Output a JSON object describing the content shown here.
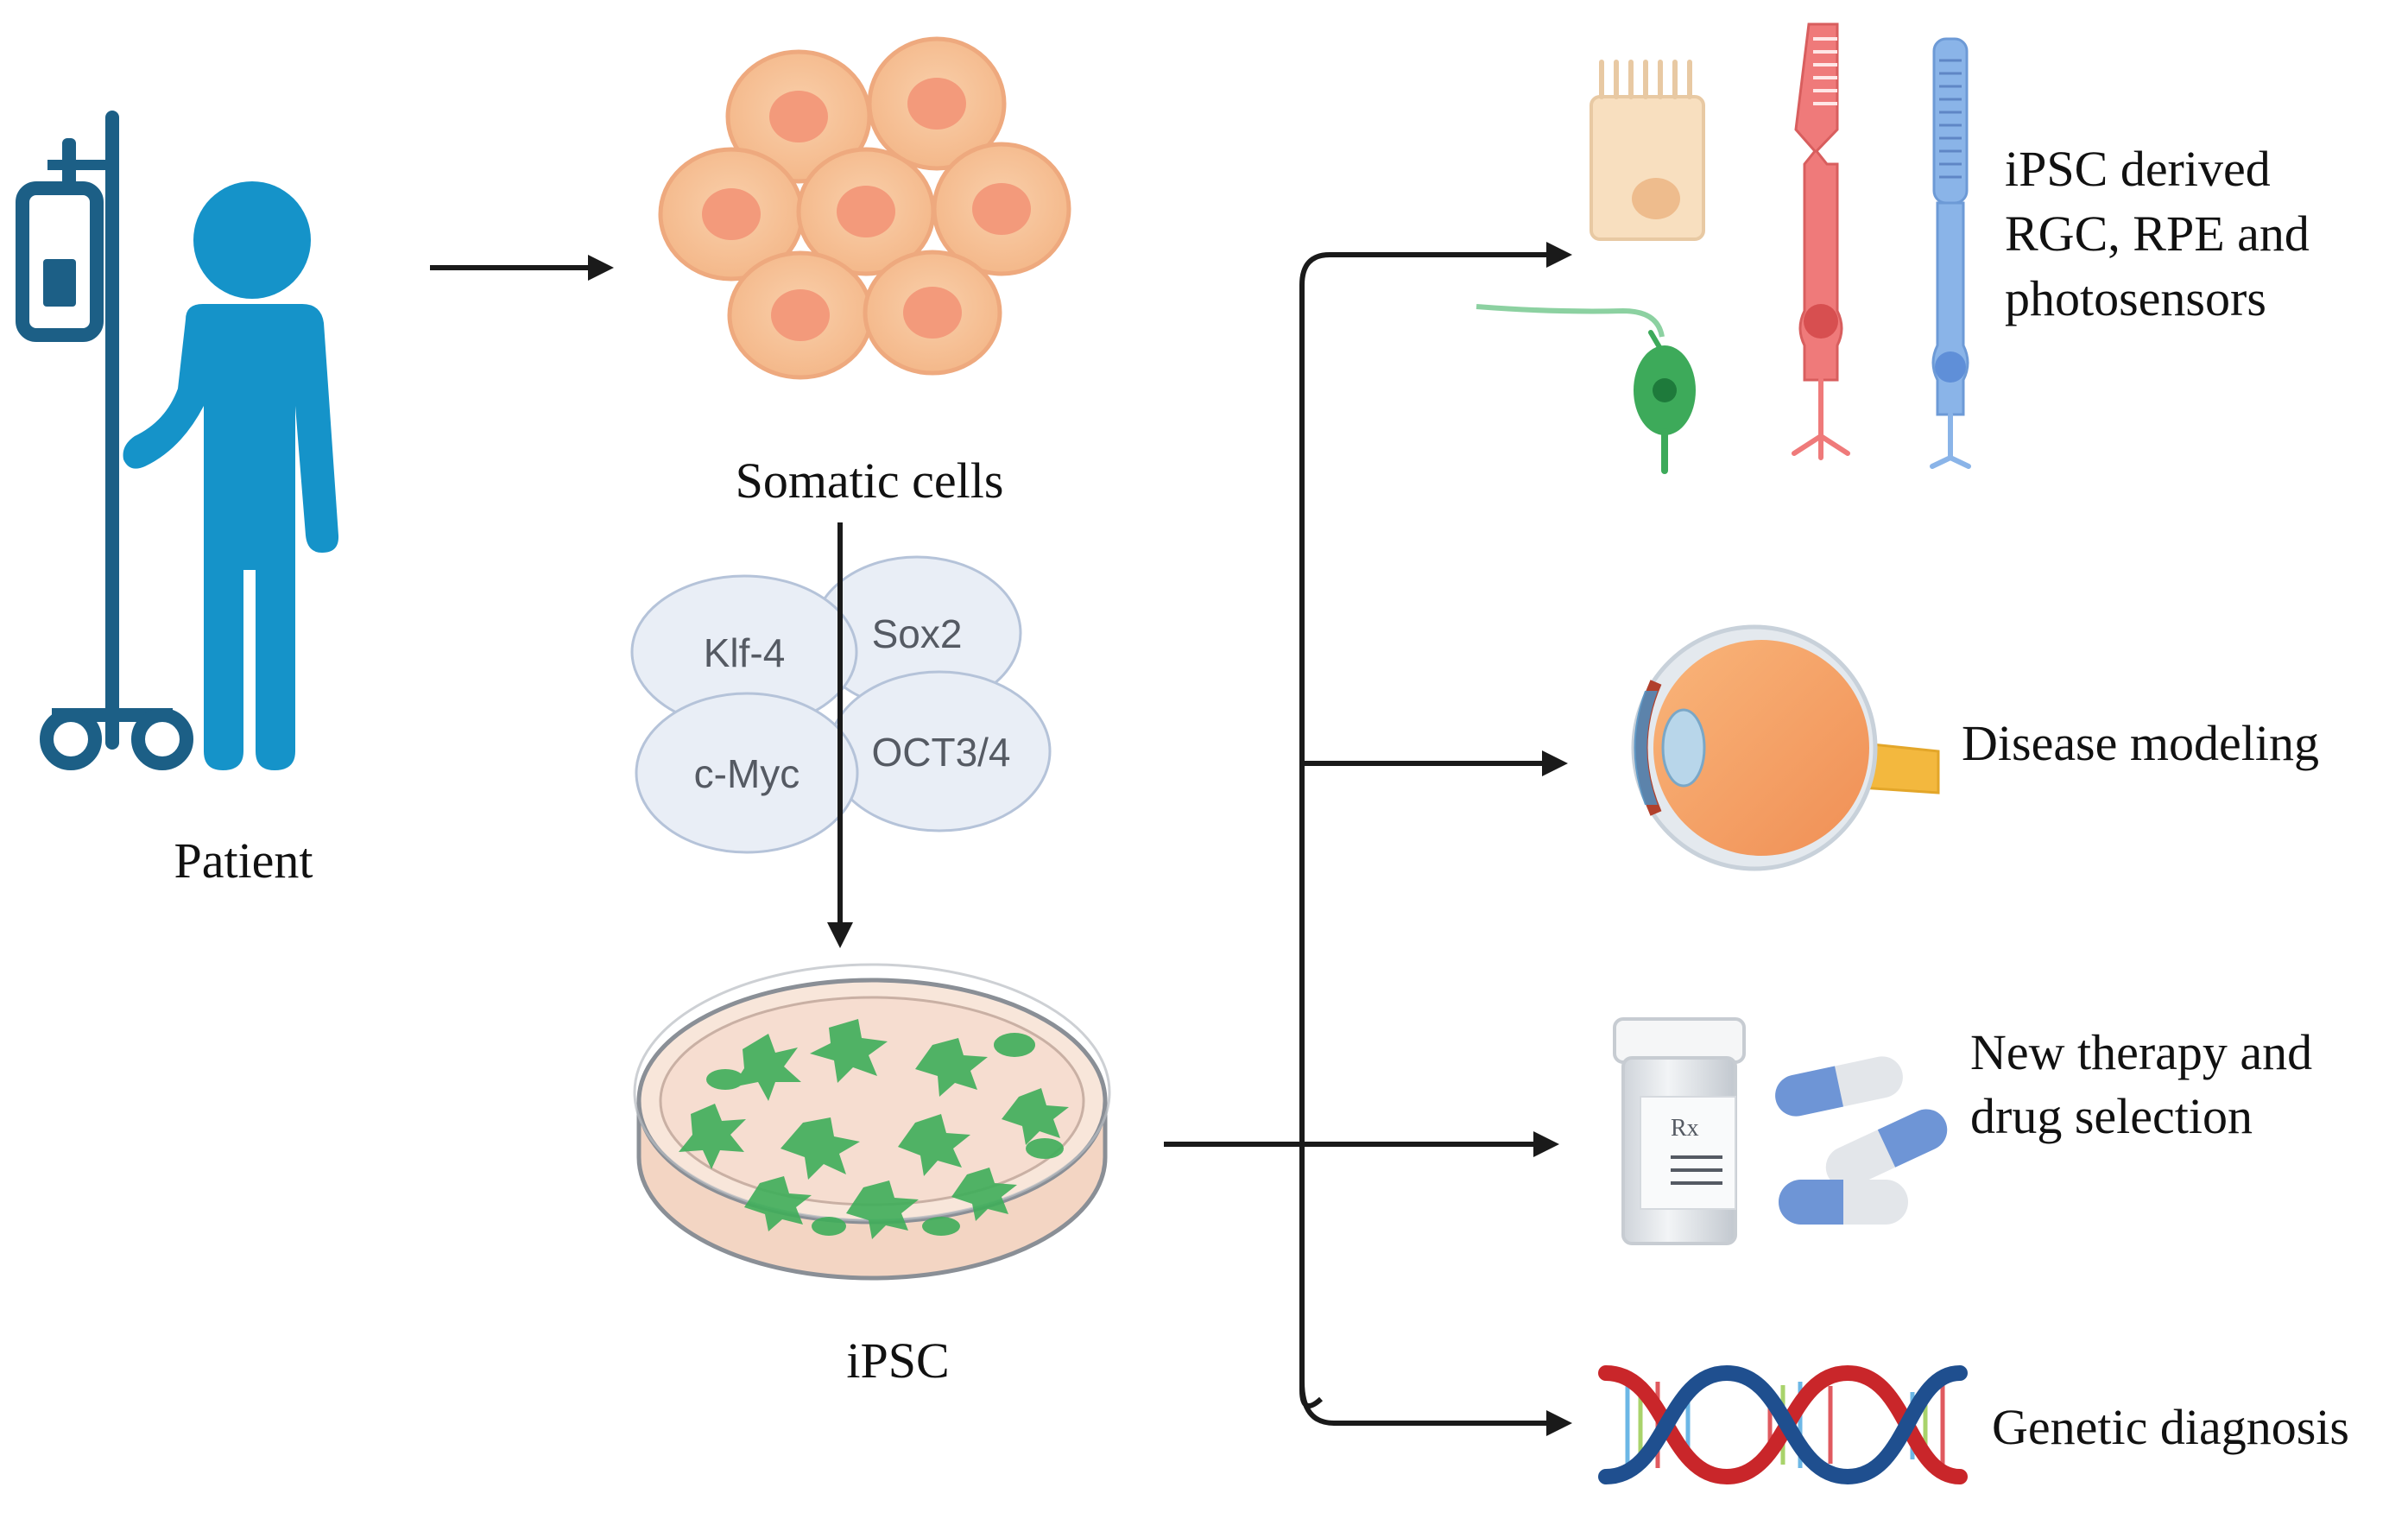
{
  "labels": {
    "patient": "Patient",
    "somatic_cells": "Somatic cells",
    "ipsc": "iPSC",
    "derived_cells_line1": "iPSC derived",
    "derived_cells_line2": "RGC, RPE and",
    "derived_cells_line3": "photosensors",
    "disease_modeling": "Disease modeling",
    "therapy_line1": "New therapy and",
    "therapy_line2": "drug selection",
    "genetic_diagnosis": "Genetic diagnosis"
  },
  "factors": {
    "klf4": "Klf-4",
    "sox2": "Sox2",
    "cmyc": "c-Myc",
    "oct": "OCT3/4"
  },
  "prescription_mark": "Rx",
  "colors": {
    "patient_blue": "#1593c9",
    "iv_pole": "#1c5f86",
    "somatic_cell_fill": "#f6c29a",
    "somatic_nucleus": "#f39a7b",
    "factor_fill": "#e9eef6",
    "ipsc_green": "#3fae5a",
    "rpe_fill": "#f8dfbf",
    "cone_red": "#ef7a7a",
    "rod_blue": "#8ab4e8",
    "rgc_green": "#3daa5a",
    "eye_orange": "#f7a56a",
    "optic_nerve": "#f3b83e",
    "dna_red": "#c9262a",
    "dna_blue": "#1f4f8f",
    "capsule_blue": "#6e95d6",
    "arrow": "#1a1a1a"
  }
}
